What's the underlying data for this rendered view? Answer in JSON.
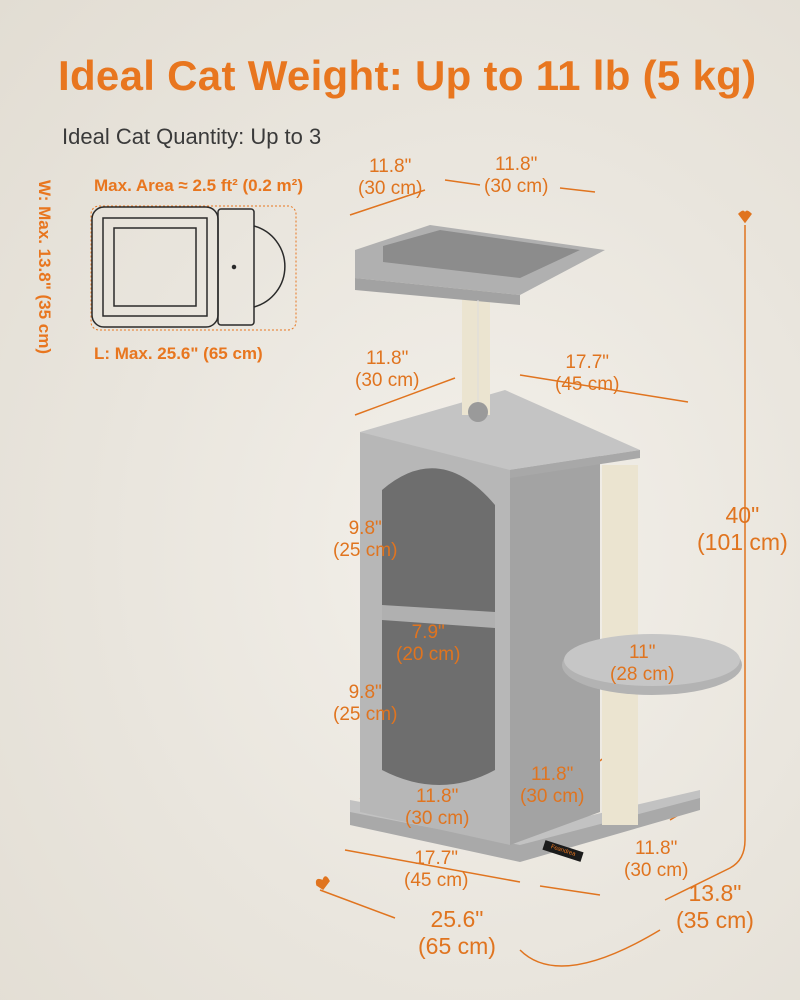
{
  "title": "Ideal Cat Weight: Up to 11 lb (5 kg)",
  "subtitle": "Ideal Cat Quantity: Up to 3",
  "footprint": {
    "area": "Max. Area ≈ 2.5 ft² (0.2 m²)",
    "width": "W: Max. 13.8\" (35 cm)",
    "length": "L: Max. 25.6\" (65 cm)"
  },
  "dimensions": {
    "top_depth": [
      "11.8\"",
      "(30 cm)"
    ],
    "top_width": [
      "11.8\"",
      "(30 cm)"
    ],
    "platform_depth": [
      "11.8\"",
      "(30 cm)"
    ],
    "platform_width": [
      "17.7\"",
      "(45 cm)"
    ],
    "height_total": [
      "40\"",
      "(101 cm)"
    ],
    "upper_cave_height": [
      "9.8\"",
      "(25 cm)"
    ],
    "cave_shelf_width": [
      "7.9\"",
      "(20 cm)"
    ],
    "lower_cave_height": [
      "9.8\"",
      "(25 cm)"
    ],
    "round_platform": [
      "11\"",
      "(28 cm)"
    ],
    "condo_width": [
      "11.8\"",
      "(30 cm)"
    ],
    "condo_depth": [
      "11.8\"",
      "(30 cm)"
    ],
    "base_width": [
      "17.7\"",
      "(45 cm)"
    ],
    "base_depth": [
      "11.8\"",
      "(30 cm)"
    ],
    "overall_length": [
      "25.6\"",
      "(65 cm)"
    ],
    "overall_depth": [
      "13.8\"",
      "(35 cm)"
    ]
  },
  "brand": "Feandrea",
  "colors": {
    "accent": "#e8761f",
    "plush": "#b9b9b9",
    "sisal": "#ece5d2",
    "background": "#ece8e1"
  }
}
